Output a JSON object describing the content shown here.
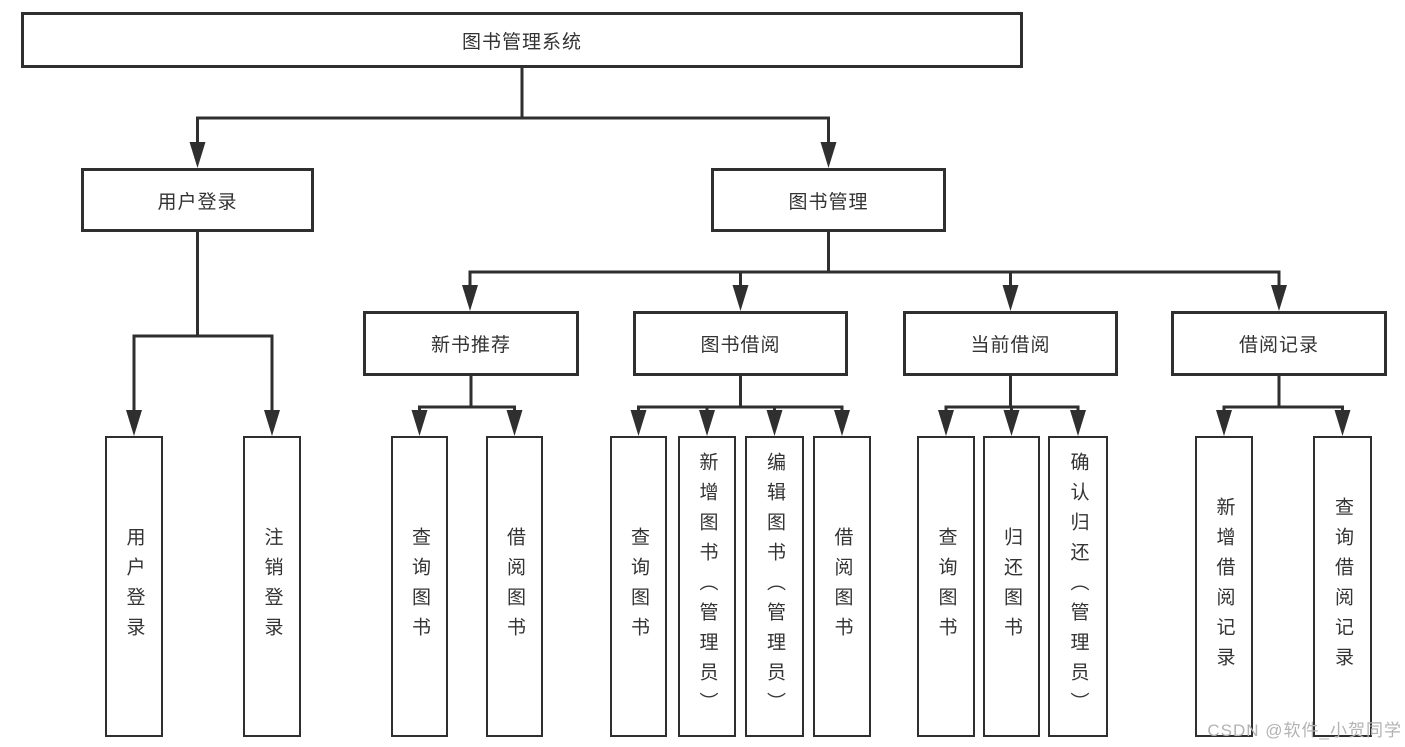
{
  "tree": {
    "label": "图书管理系统",
    "children": [
      {
        "label": "用户登录",
        "children": [
          {
            "label": "用户登录"
          },
          {
            "label": "注销登录"
          }
        ]
      },
      {
        "label": "图书管理",
        "children": [
          {
            "label": "新书推荐",
            "children": [
              {
                "label": "查询图书"
              },
              {
                "label": "借阅图书"
              }
            ]
          },
          {
            "label": "图书借阅",
            "children": [
              {
                "label": "查询图书"
              },
              {
                "label": "新增图书（管理员）"
              },
              {
                "label": "编辑图书（管理员）"
              },
              {
                "label": "借阅图书"
              }
            ]
          },
          {
            "label": "当前借阅",
            "children": [
              {
                "label": "查询图书"
              },
              {
                "label": "归还图书"
              },
              {
                "label": "确认归还（管理员）"
              }
            ]
          },
          {
            "label": "借阅记录",
            "children": [
              {
                "label": "新增借阅记录"
              },
              {
                "label": "查询借阅记录"
              }
            ]
          }
        ]
      }
    ]
  },
  "watermark": {
    "text": "CSDN @软件_小贺同学"
  },
  "colors": {
    "line": "#2f2f2f",
    "text": "#333333",
    "watermark": "#b3b3b3",
    "background": "#ffffff"
  }
}
